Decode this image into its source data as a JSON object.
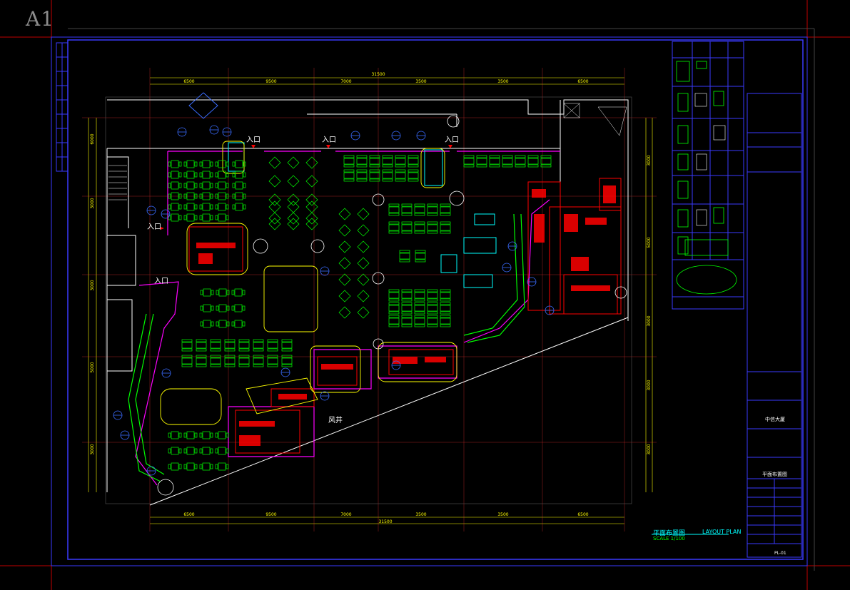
{
  "sheet": {
    "size_label": "A1"
  },
  "plan": {
    "title_cn": "平面布置图",
    "title_en": "LAYOUT PLAN",
    "scale": "SCALE  1/100",
    "entrance_label": "入口",
    "shaft_label": "风井"
  },
  "dimensions": {
    "top_total": "31500",
    "top_segments": [
      "6500",
      "9500",
      "7000",
      "3500",
      "3500",
      "6500"
    ],
    "bottom_total": "31500",
    "bottom_segments": [
      "6500",
      "9500",
      "7000",
      "3500",
      "3500",
      "6500"
    ],
    "left_segments": [
      "6000",
      "3000",
      "3000",
      "5000",
      "3000"
    ],
    "right_segments": [
      "3000",
      "5000",
      "3000",
      "3000",
      "3000"
    ]
  },
  "title_block": {
    "project_name": "中信大厦",
    "drawing_name": "平面布置图",
    "sheet_no": "PL-01"
  },
  "colors": {
    "frame": "#3a3aff",
    "wall": "#ffffff",
    "furniture": "#00ff00",
    "kitchen": "#ff0000",
    "dimension": "#ffff00",
    "accent_cyan": "#00ffff",
    "accent_magenta": "#ff00ff"
  }
}
